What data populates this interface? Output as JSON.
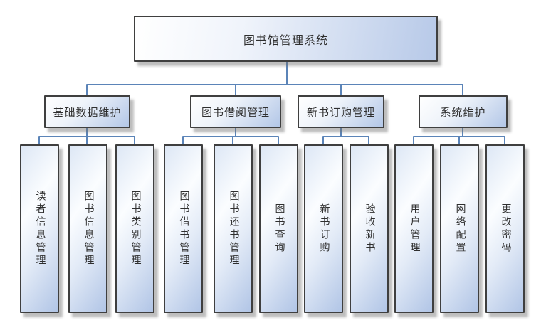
{
  "diagram": {
    "root": {
      "label": "图书馆管理系统"
    },
    "branches": [
      {
        "label": "基础数据维护",
        "children": [
          "读者信息管理",
          "图书信息管理",
          "图书类别管理"
        ]
      },
      {
        "label": "图书借阅管理",
        "children": [
          "图书借书管理",
          "图书还书管理",
          "图书查询"
        ]
      },
      {
        "label": "新书订购管理",
        "children": [
          "新书订购",
          "验收新书"
        ]
      },
      {
        "label": "系统维护",
        "children": [
          "用户管理",
          "网络配置",
          "更改密码"
        ]
      }
    ],
    "colors": {
      "connector": "#5b84b8",
      "box_border": "#3f3f3f",
      "gradient_light": "#ffffff",
      "gradient_blue": "#b3c7e7",
      "text": "#2f2f2f"
    }
  }
}
